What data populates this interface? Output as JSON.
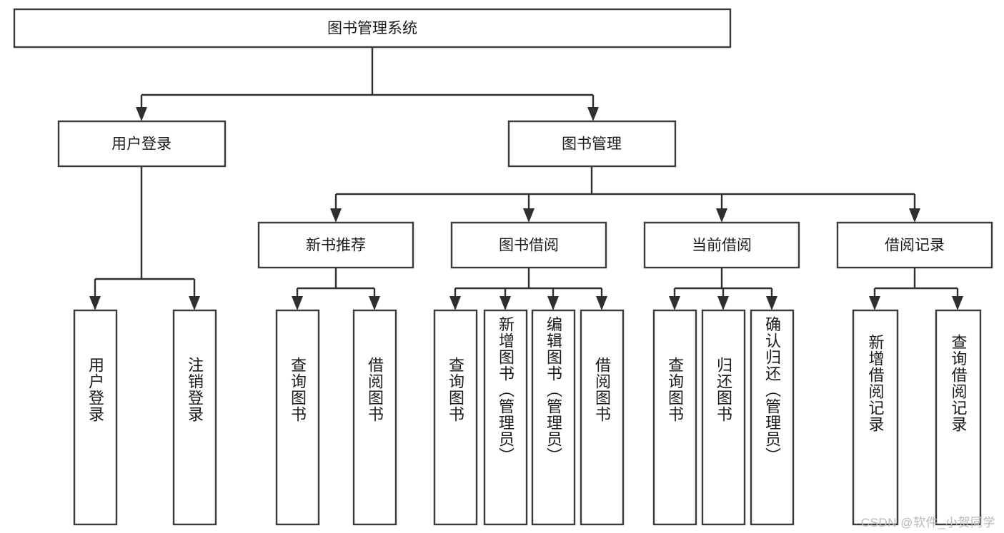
{
  "diagram": {
    "type": "tree-hierarchy-flowchart",
    "title": "图书管理系统",
    "watermark": "CSDN @软件_小贺同学",
    "colors": {
      "background": "#ffffff",
      "box_stroke": "#3a3a3a",
      "connector": "#2f2f2f",
      "text": "#1a1a1a",
      "watermark": "#b9b9b9"
    },
    "nodes": {
      "root": {
        "label": "图书管理系统",
        "orientation": "horizontal"
      },
      "level1": [
        {
          "id": "user-login",
          "label": "用户登录",
          "orientation": "horizontal"
        },
        {
          "id": "book-management",
          "label": "图书管理",
          "orientation": "horizontal"
        }
      ],
      "level2": [
        {
          "id": "new-book-recommend",
          "label": "新书推荐",
          "orientation": "horizontal"
        },
        {
          "id": "book-borrow",
          "label": "图书借阅",
          "orientation": "horizontal"
        },
        {
          "id": "current-borrow",
          "label": "当前借阅",
          "orientation": "horizontal"
        },
        {
          "id": "borrow-record",
          "label": "借阅记录",
          "orientation": "horizontal"
        }
      ],
      "leaves": [
        {
          "id": "leaf-user-login",
          "parent": "user-login",
          "label": "用户登录",
          "orientation": "vertical"
        },
        {
          "id": "leaf-logout",
          "parent": "user-login",
          "label": "注销登录",
          "orientation": "vertical"
        },
        {
          "id": "leaf-query-book-1",
          "parent": "new-book-recommend",
          "label": "查询图书",
          "orientation": "vertical"
        },
        {
          "id": "leaf-borrow-book-1",
          "parent": "new-book-recommend",
          "label": "借阅图书",
          "orientation": "vertical"
        },
        {
          "id": "leaf-query-book-2",
          "parent": "book-borrow",
          "label": "查询图书",
          "orientation": "vertical"
        },
        {
          "id": "leaf-add-book",
          "parent": "book-borrow",
          "label": "新增图书（管理员）",
          "orientation": "vertical"
        },
        {
          "id": "leaf-edit-book",
          "parent": "book-borrow",
          "label": "编辑图书（管理员）",
          "orientation": "vertical"
        },
        {
          "id": "leaf-borrow-book-2",
          "parent": "book-borrow",
          "label": "借阅图书",
          "orientation": "vertical"
        },
        {
          "id": "leaf-query-book-3",
          "parent": "current-borrow",
          "label": "查询图书",
          "orientation": "vertical"
        },
        {
          "id": "leaf-return-book",
          "parent": "current-borrow",
          "label": "归还图书",
          "orientation": "vertical"
        },
        {
          "id": "leaf-confirm-return",
          "parent": "current-borrow",
          "label": "确认归还（管理员）",
          "orientation": "vertical"
        },
        {
          "id": "leaf-add-record",
          "parent": "borrow-record",
          "label": "新增借阅记录",
          "orientation": "vertical"
        },
        {
          "id": "leaf-query-record",
          "parent": "borrow-record",
          "label": "查询借阅记录",
          "orientation": "vertical"
        }
      ]
    }
  }
}
